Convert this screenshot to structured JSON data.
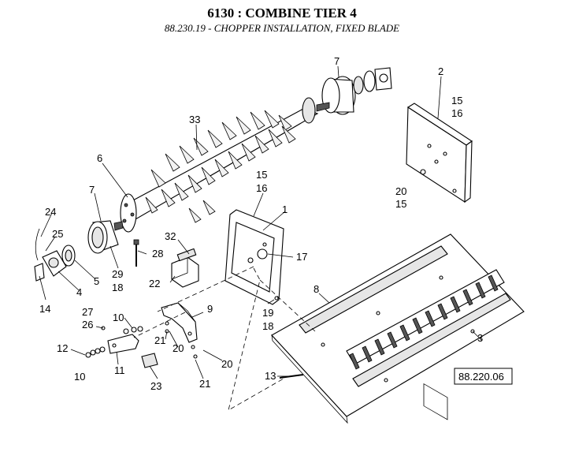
{
  "header": {
    "title": "6130 : COMBINE TIER 4",
    "subtitle": "88.230.19 - CHOPPER INSTALLATION, FIXED BLADE"
  },
  "callouts": [
    "7",
    "2",
    "15",
    "16",
    "33",
    "6",
    "20",
    "15",
    "7",
    "15",
    "16",
    "1",
    "24",
    "25",
    "32",
    "28",
    "17",
    "29",
    "18",
    "5",
    "22",
    "14",
    "4",
    "8",
    "19",
    "18",
    "27",
    "9",
    "26",
    "10",
    "21",
    "20",
    "12",
    "20",
    "10",
    "11",
    "23",
    "21",
    "3",
    "13"
  ],
  "reference_box": "88.220.06"
}
